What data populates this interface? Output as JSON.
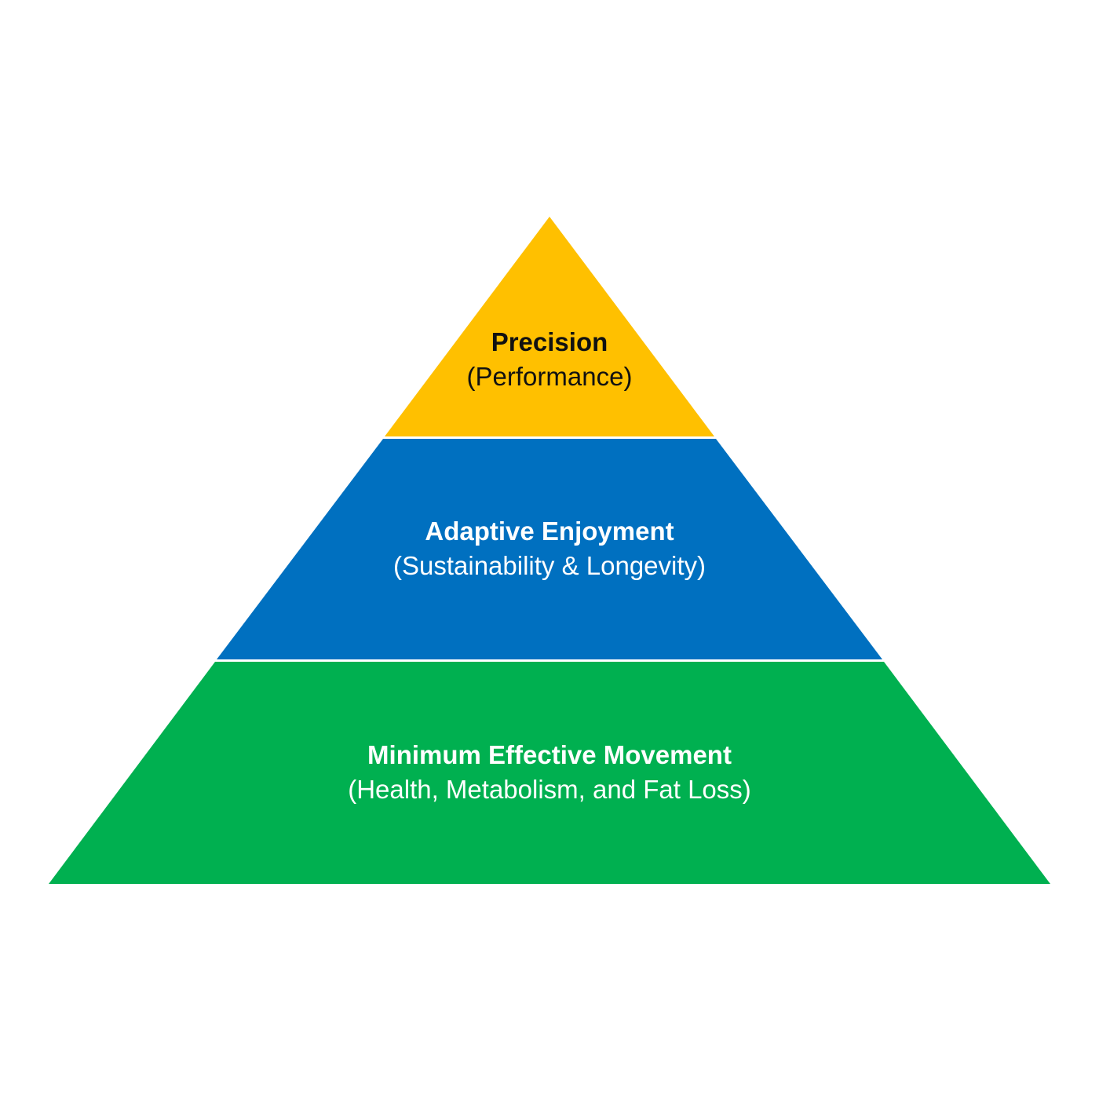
{
  "levels": [
    {
      "title": "Precision",
      "subtitle": "(Performance)",
      "color": "#FFC000"
    },
    {
      "title": "Adaptive Enjoyment",
      "subtitle": "(Sustainability & Longevity)",
      "color": "#0070C0"
    },
    {
      "title": "Minimum Effective Movement",
      "subtitle": "(Health, Metabolism, and Fat Loss)",
      "color": "#00B050"
    }
  ]
}
